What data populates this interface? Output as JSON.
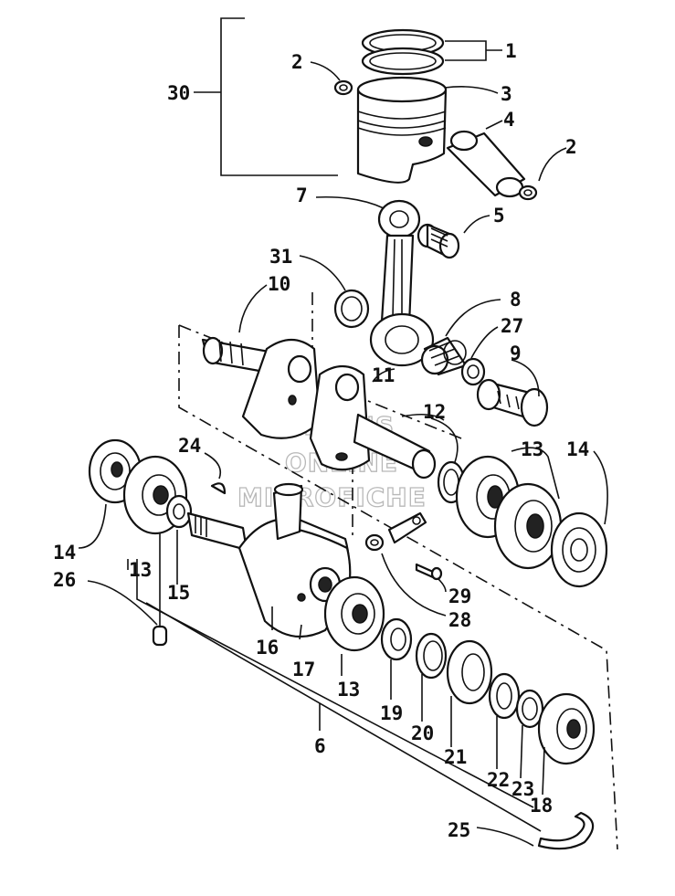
{
  "callouts": {
    "c1": "1",
    "c2a": "2",
    "c2b": "2",
    "c3": "3",
    "c4": "4",
    "c5": "5",
    "c6": "6",
    "c7": "7",
    "c8": "8",
    "c9": "9",
    "c10": "10",
    "c11": "11",
    "c12": "12",
    "c13a": "13",
    "c13b": "13",
    "c13c": "13",
    "c14a": "14",
    "c14b": "14",
    "c15": "15",
    "c16": "16",
    "c17": "17",
    "c18": "18",
    "c19": "19",
    "c20": "20",
    "c21": "21",
    "c22": "22",
    "c23": "23",
    "c24": "24",
    "c25": "25",
    "c26": "26",
    "c27": "27",
    "c28": "28",
    "c29": "29",
    "c30": "30",
    "c31": "31"
  },
  "watermark": {
    "line1": "HLSM'S",
    "line2": "ONLINE",
    "line3": "MICROFICHE"
  }
}
